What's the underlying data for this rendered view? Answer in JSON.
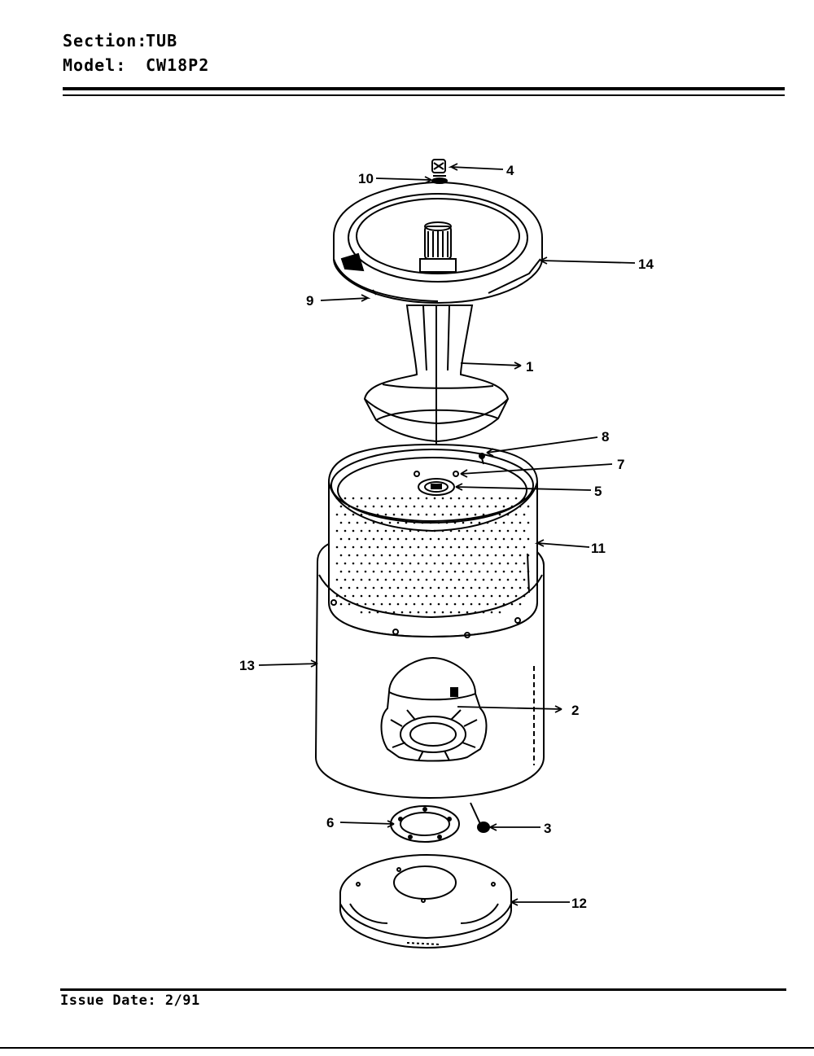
{
  "header": {
    "section_label": "Section:",
    "section_value": "TUB",
    "model_label": "Model:",
    "model_value": "CW18P2"
  },
  "footer": {
    "issue_date": "Issue Date: 2/91"
  },
  "callouts": [
    "1",
    "2",
    "3",
    "4",
    "5",
    "6",
    "7",
    "8",
    "9",
    "10",
    "11",
    "12",
    "13",
    "14"
  ]
}
